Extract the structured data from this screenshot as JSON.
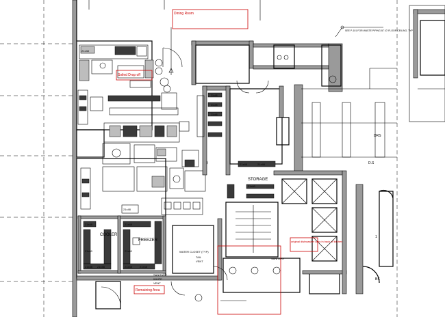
{
  "callouts": {
    "dining_room": "Dining Room",
    "soiled_drop_off": "Soiled Drop off",
    "original_dishwasher": "original dishwasher area in back of kitchen",
    "remaining_area": "Remaining Area"
  },
  "rooms": {
    "cooler": "COOLER",
    "freezer": "FREEZER",
    "storage": "STORAGE"
  },
  "notes": {
    "see_p101": "SEE P-101 FOR WASTE PIPING AT 10' FLOOR CEILING, TYP",
    "water_closet": "WATER CLOSET (TYP)",
    "tail_1": "TAIL",
    "vent_1": "VENT",
    "sanitary_1": "SANITARY",
    "sanitary_2": "SANITARY",
    "white_1": "WHITE",
    "vent_2": "VENT",
    "grid_label_1": "DRS",
    "grid_label_2": "D.S",
    "grid_label_3": "1",
    "grid_label_4": "BS"
  },
  "equipment_tags": [
    "21x48",
    "21x48",
    "21x48",
    "21x48",
    "21x48",
    "21x48",
    "21x48",
    "21x48",
    "21x48",
    "21x48",
    "21x48",
    "21x48",
    "21x48",
    "21x60",
    "21x60",
    "21x60"
  ]
}
